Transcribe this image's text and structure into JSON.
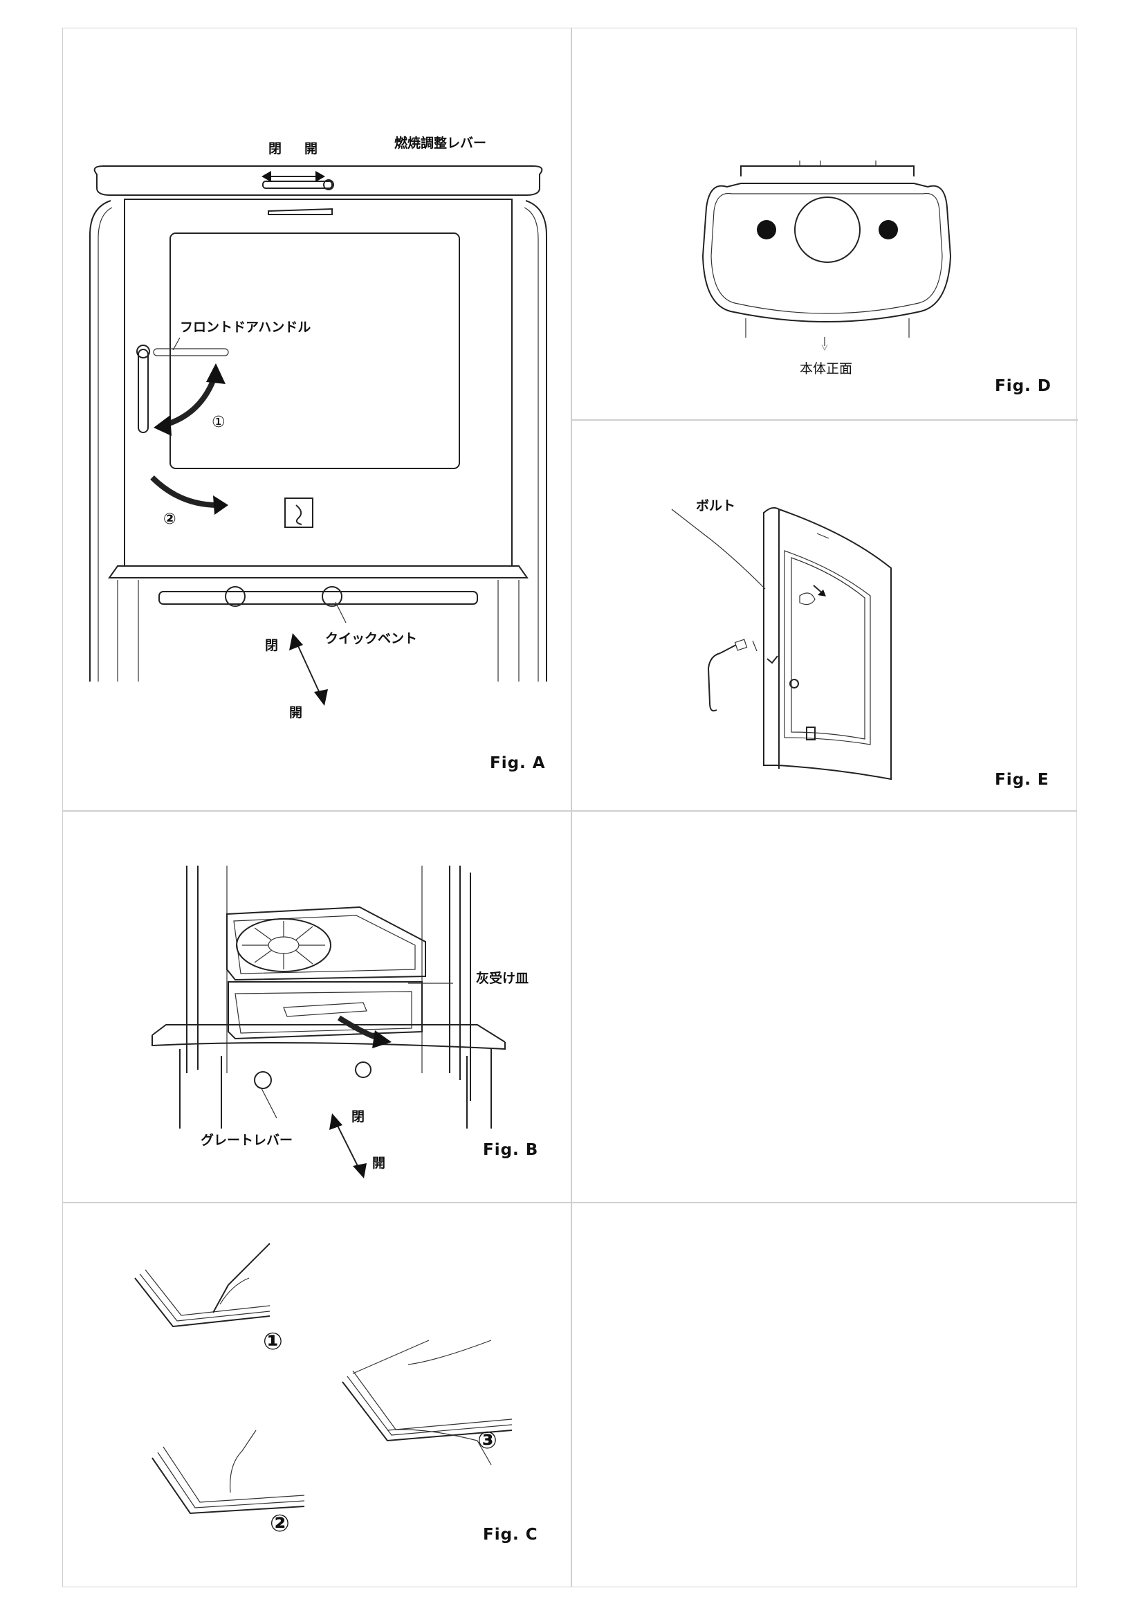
{
  "fig_a": {
    "caption": "Fig. A",
    "lever_label": "燃焼調整レバー",
    "close_top": "閉",
    "open_top": "開",
    "handle_label": "フロントドアハンドル",
    "step1": "①",
    "step2": "②",
    "quickvent_label": "クイックベント",
    "close_bottom": "閉",
    "open_bottom": "開"
  },
  "fig_b": {
    "caption": "Fig. B",
    "ashpan_label": "灰受け皿",
    "grate_label": "グレートレバー",
    "close": "閉",
    "open": "開"
  },
  "fig_c": {
    "caption": "Fig. C",
    "step1": "①",
    "step2": "②",
    "step3": "③"
  },
  "fig_d": {
    "caption": "Fig. D",
    "front_label": "本体正面"
  },
  "fig_e": {
    "caption": "Fig. E",
    "bolt_label": "ボルト"
  }
}
